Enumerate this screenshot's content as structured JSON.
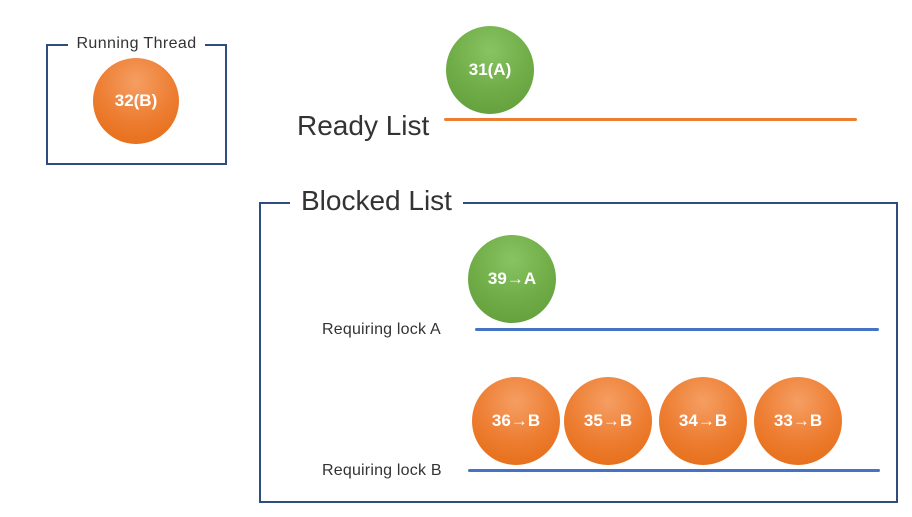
{
  "running_thread": {
    "title": "Running Thread",
    "thread": {
      "label": "32(B)",
      "color": "orange"
    }
  },
  "ready_list": {
    "label": "Ready List",
    "threads": [
      {
        "label": "31(A)",
        "color": "green"
      }
    ]
  },
  "blocked_list": {
    "title": "Blocked List",
    "queues": [
      {
        "label": "Requiring lock A",
        "threads": [
          {
            "label": "39→A",
            "color": "green"
          }
        ]
      },
      {
        "label": "Requiring lock B",
        "threads": [
          {
            "label": "36→B",
            "color": "orange"
          },
          {
            "label": "35→B",
            "color": "orange"
          },
          {
            "label": "34→B",
            "color": "orange"
          },
          {
            "label": "33→B",
            "color": "orange"
          }
        ]
      }
    ]
  },
  "colors": {
    "orange": "#ED7D31",
    "orange_light": "#F59E63",
    "orange_dark": "#E36A11",
    "green": "#70AD47",
    "green_light": "#87C463",
    "green_dark": "#5F9C3B",
    "line_blue": "#4472C4",
    "box_border": "#2E4D7E",
    "text": "#333333"
  }
}
